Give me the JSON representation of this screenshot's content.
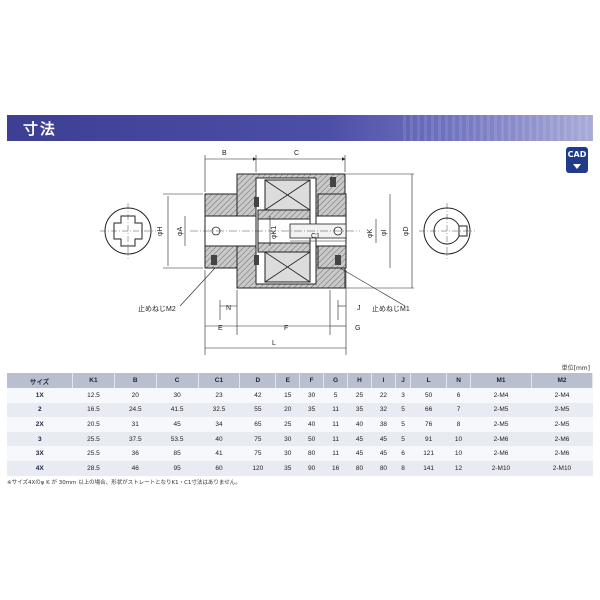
{
  "section": {
    "title": "寸法"
  },
  "cad_icon": {
    "label": "CAD"
  },
  "drawing_labels": {
    "B": "B",
    "C": "C",
    "phiH": "φH",
    "phiA": "φA",
    "phiK1": "φK1",
    "C1": "C1",
    "phiK": "φK",
    "phiI": "φI",
    "phiD": "φD",
    "setscrew_m2": "止めねじM2",
    "setscrew_m1": "止めねじM1",
    "N": "N",
    "J": "J",
    "E": "E",
    "F": "F",
    "G": "G",
    "L": "L"
  },
  "unit": "単位[mm]",
  "table": {
    "headers": [
      "サイズ",
      "K1",
      "B",
      "C",
      "C1",
      "D",
      "E",
      "F",
      "G",
      "H",
      "I",
      "J",
      "L",
      "N",
      "M1",
      "M2"
    ],
    "rows": [
      [
        "1X",
        "12.5",
        "20",
        "30",
        "23",
        "42",
        "15",
        "30",
        "5",
        "25",
        "22",
        "3",
        "50",
        "6",
        "2-M4",
        "2-M4"
      ],
      [
        "2",
        "16.5",
        "24.5",
        "41.5",
        "32.5",
        "55",
        "20",
        "35",
        "11",
        "35",
        "32",
        "5",
        "66",
        "7",
        "2-M5",
        "2-M5"
      ],
      [
        "2X",
        "20.5",
        "31",
        "45",
        "34",
        "65",
        "25",
        "40",
        "11",
        "40",
        "38",
        "5",
        "76",
        "8",
        "2-M5",
        "2-M5"
      ],
      [
        "3",
        "25.5",
        "37.5",
        "53.5",
        "40",
        "75",
        "30",
        "50",
        "11",
        "45",
        "45",
        "5",
        "91",
        "10",
        "2-M6",
        "2-M6"
      ],
      [
        "3X",
        "25.5",
        "36",
        "85",
        "41",
        "75",
        "30",
        "80",
        "11",
        "45",
        "45",
        "6",
        "121",
        "10",
        "2-M6",
        "2-M6"
      ],
      [
        "4X",
        "28.5",
        "46",
        "95",
        "60",
        "120",
        "35",
        "90",
        "16",
        "80",
        "80",
        "8",
        "141",
        "12",
        "2-M10",
        "2-M10"
      ]
    ]
  },
  "footnote": "※サイズ4Xのφ K が 30mm 以上の場合、形状がストレートとなりK1・C1寸法はありません。",
  "colors": {
    "header_bar": "#3d3f94",
    "table_header": "#b9bfcf",
    "cad_icon": "#1f3b8a"
  }
}
